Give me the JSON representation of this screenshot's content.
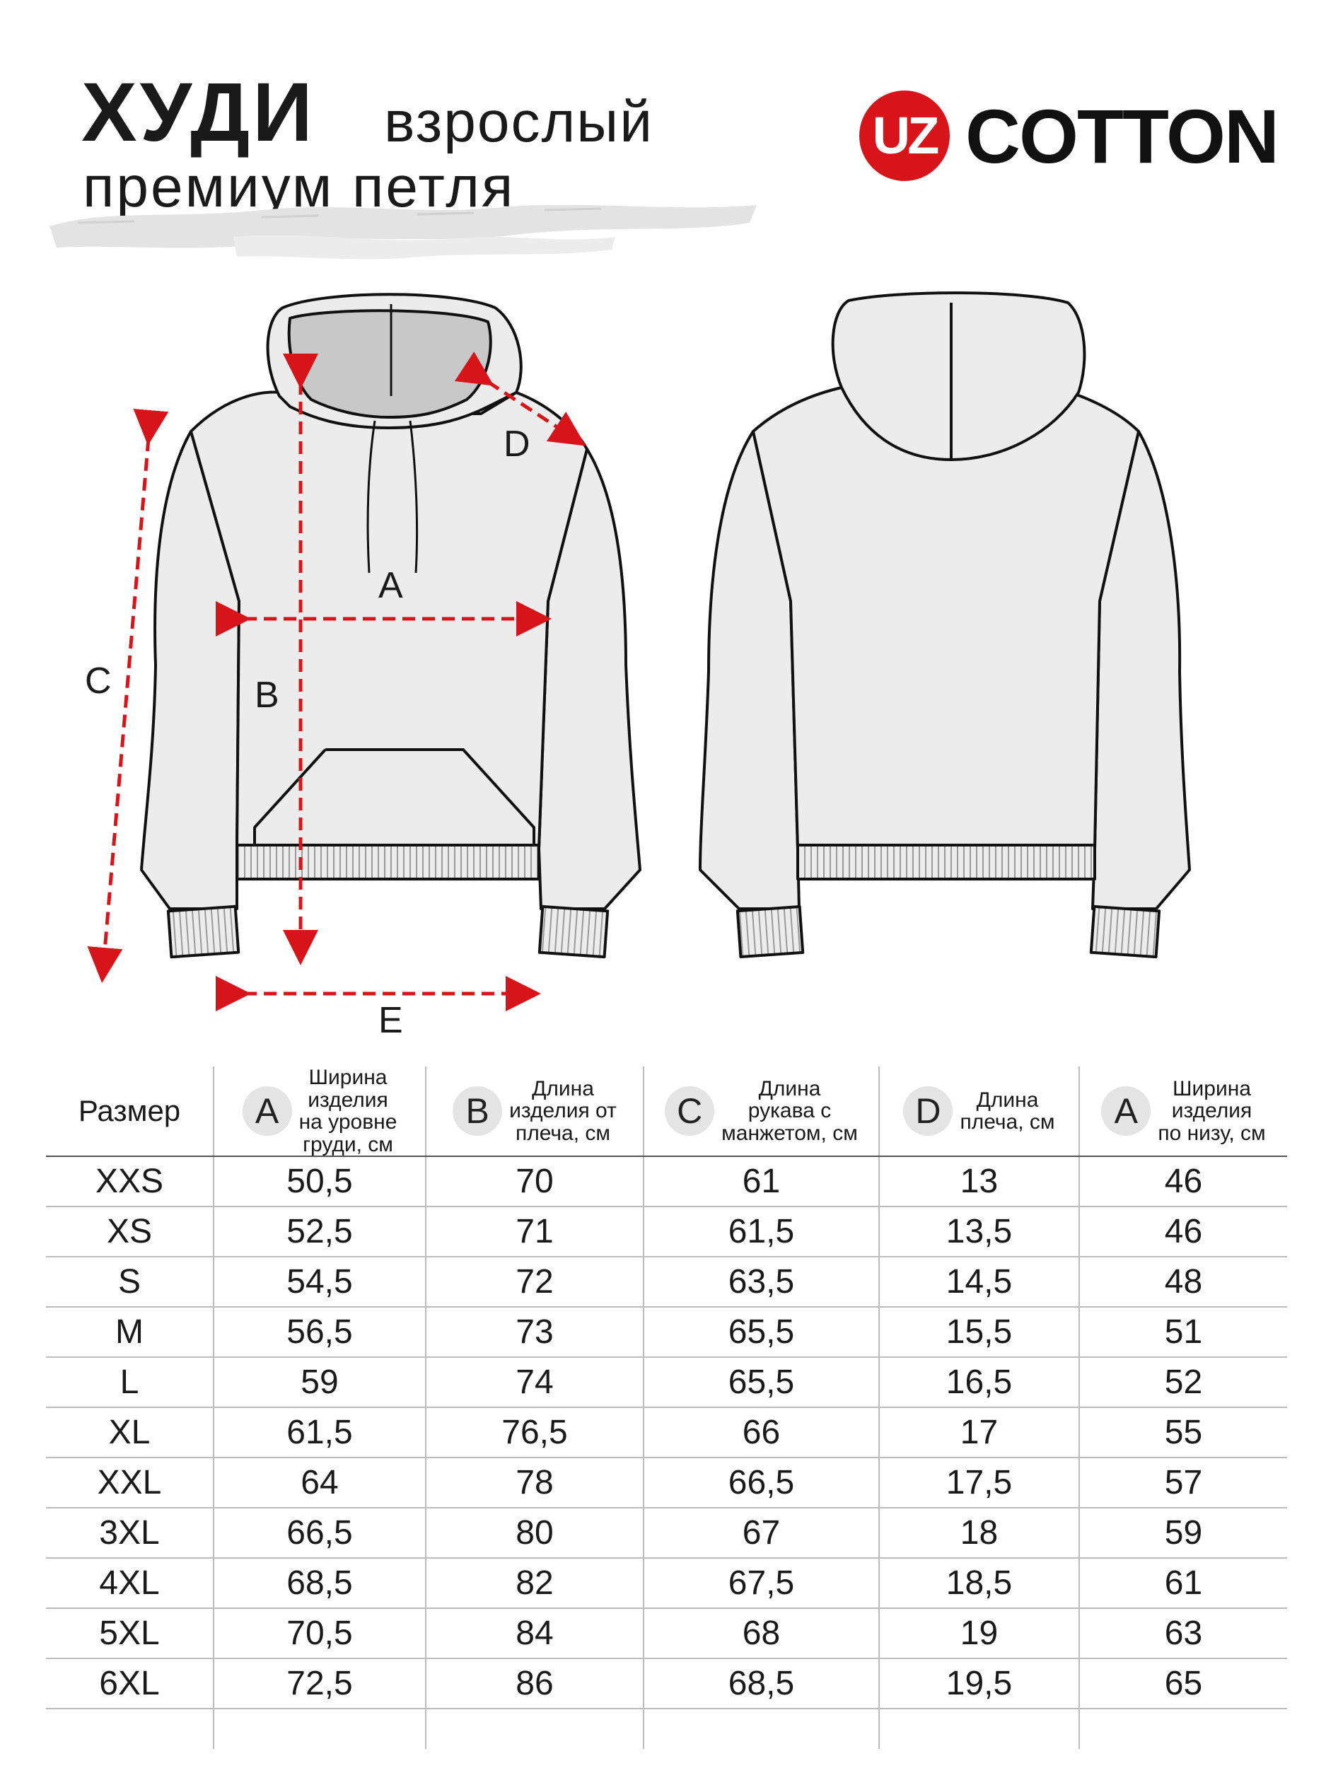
{
  "title": {
    "main": "ХУДИ",
    "line1_rest": "взрослый",
    "line2": "премиум петля"
  },
  "logo": {
    "badge_text": "UZ",
    "word": "COTTON",
    "accent_color": "#d7141a"
  },
  "diagram": {
    "labels": {
      "a": "A",
      "b": "B",
      "c": "C",
      "d": "D",
      "e": "E"
    },
    "arrow_color": "#d7141a",
    "garment_fill": "#ececec",
    "views": [
      "front-view",
      "back-view"
    ]
  },
  "table": {
    "size_header": "Размер",
    "columns": [
      {
        "letter": "A",
        "desc": "Ширина\nизделия\nна уровне\nгруди, см"
      },
      {
        "letter": "B",
        "desc": "Длина\nизделия от\nплеча, см"
      },
      {
        "letter": "C",
        "desc": "Длина\nрукава с\nманжетом, см"
      },
      {
        "letter": "D",
        "desc": "Длина\nплеча, см"
      },
      {
        "letter": "A",
        "desc": "Ширина\nизделия\nпо низу, см"
      }
    ],
    "rows": [
      {
        "size": "XXS",
        "values": [
          "50,5",
          "70",
          "61",
          "13",
          "46"
        ]
      },
      {
        "size": "XS",
        "values": [
          "52,5",
          "71",
          "61,5",
          "13,5",
          "46"
        ]
      },
      {
        "size": "S",
        "values": [
          "54,5",
          "72",
          "63,5",
          "14,5",
          "48"
        ]
      },
      {
        "size": "M",
        "values": [
          "56,5",
          "73",
          "65,5",
          "15,5",
          "51"
        ]
      },
      {
        "size": "L",
        "values": [
          "59",
          "74",
          "65,5",
          "16,5",
          "52"
        ]
      },
      {
        "size": "XL",
        "values": [
          "61,5",
          "76,5",
          "66",
          "17",
          "55"
        ]
      },
      {
        "size": "XXL",
        "values": [
          "64",
          "78",
          "66,5",
          "17,5",
          "57"
        ]
      },
      {
        "size": "3XL",
        "values": [
          "66,5",
          "80",
          "67",
          "18",
          "59"
        ]
      },
      {
        "size": "4XL",
        "values": [
          "68,5",
          "82",
          "67,5",
          "18,5",
          "61"
        ]
      },
      {
        "size": "5XL",
        "values": [
          "70,5",
          "84",
          "68",
          "19",
          "63"
        ]
      },
      {
        "size": "6XL",
        "values": [
          "72,5",
          "86",
          "68,5",
          "19,5",
          "65"
        ]
      }
    ]
  }
}
